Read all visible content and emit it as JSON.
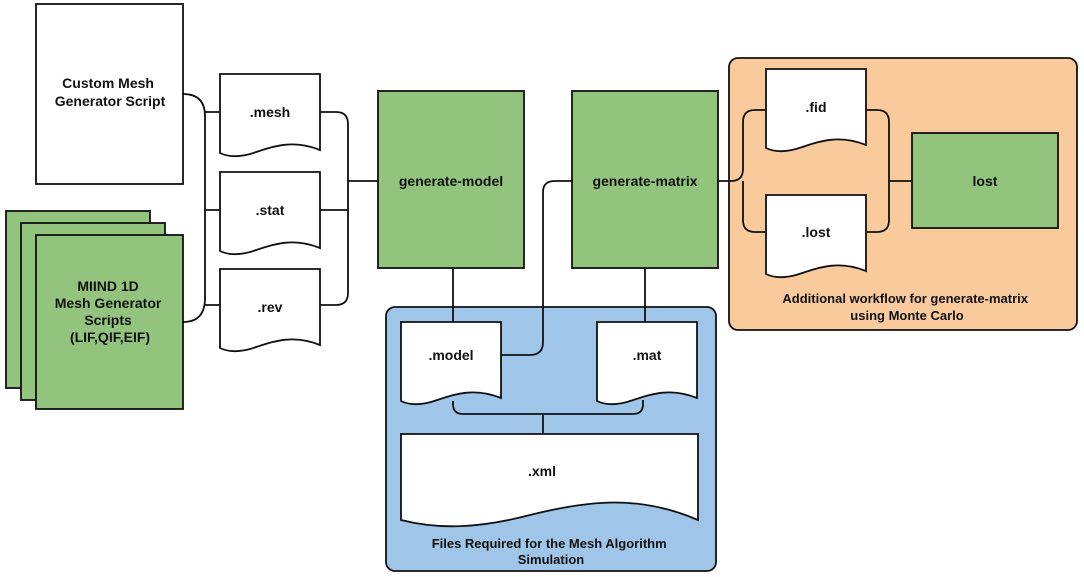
{
  "colors": {
    "green": "#93c47d",
    "blue": "#9fc5e8",
    "orange": "#f9cb9c",
    "white": "#ffffff",
    "stroke": "#111111"
  },
  "nodes": {
    "custom_script": [
      "Custom Mesh",
      "Generator Script"
    ],
    "miind_scripts": [
      "MIIND 1D",
      "Mesh Generator",
      "Scripts",
      "(LIF,QIF,EIF)"
    ],
    "mesh_file": ".mesh",
    "stat_file": ".stat",
    "rev_file": ".rev",
    "generate_model": "generate-model",
    "generate_matrix": "generate-matrix",
    "model_file": ".model",
    "mat_file": ".mat",
    "xml_file": ".xml",
    "fid_file": ".fid",
    "lost_file": ".lost",
    "lost_process": "lost"
  },
  "groups": {
    "simulation_files": [
      "Files Required for the Mesh Algorithm",
      "Simulation"
    ],
    "monte_carlo": [
      "Additional workflow for generate-matrix",
      "using Monte Carlo"
    ]
  }
}
